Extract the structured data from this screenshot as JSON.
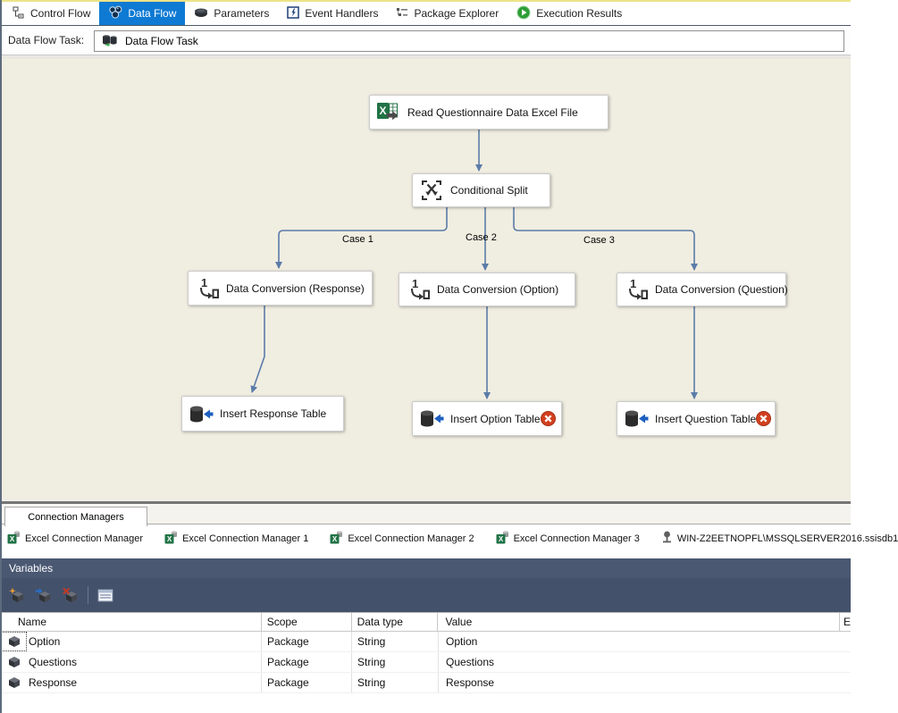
{
  "tabs": [
    {
      "label": "Control Flow",
      "selected": false
    },
    {
      "label": "Data Flow",
      "selected": true
    },
    {
      "label": "Parameters",
      "selected": false
    },
    {
      "label": "Event Handlers",
      "selected": false
    },
    {
      "label": "Package Explorer",
      "selected": false
    },
    {
      "label": "Execution Results",
      "selected": false
    }
  ],
  "task_row": {
    "label": "Data Flow Task:",
    "value": "Data Flow Task"
  },
  "canvas": {
    "nodes": {
      "source": {
        "label": "Read Questionnaire Data Excel File"
      },
      "split": {
        "label": "Conditional Split"
      },
      "conv_response": {
        "label": "Data Conversion (Response)"
      },
      "conv_option": {
        "label": "Data Conversion (Option)"
      },
      "conv_question": {
        "label": "Data Conversion (Question)"
      },
      "dest_response": {
        "label": "Insert Response Table"
      },
      "dest_option": {
        "label": "Insert Option Table",
        "error": true
      },
      "dest_question": {
        "label": "Insert Question Table",
        "error": true
      }
    },
    "edge_labels": [
      "Case 1",
      "Case 2",
      "Case 3"
    ]
  },
  "connection_managers": {
    "tab_label": "Connection Managers",
    "items": [
      {
        "label": "Excel Connection Manager"
      },
      {
        "label": "Excel Connection Manager 1"
      },
      {
        "label": "Excel Connection Manager 2"
      },
      {
        "label": "Excel Connection Manager 3"
      },
      {
        "label": "WIN-Z2EETNOPFL\\MSSQLSERVER2016.ssisdb1"
      }
    ]
  },
  "variables": {
    "title": "Variables",
    "columns": [
      "Name",
      "Scope",
      "Data type",
      "Value"
    ],
    "overflow_header": "E",
    "rows": [
      {
        "name": "Option",
        "scope": "Package",
        "type": "String",
        "value": "Option"
      },
      {
        "name": "Questions",
        "scope": "Package",
        "type": "String",
        "value": "Questions"
      },
      {
        "name": "Response",
        "scope": "Package",
        "type": "String",
        "value": "Response"
      }
    ]
  },
  "colors": {
    "selected_tab_blue": "#0e7ad3",
    "connector_blue": "#5b7ca8",
    "error_red": "#d0401f",
    "excel_green": "#217346",
    "canvas_beige": "#f0ede1",
    "panel_header_slate": "#4a5872"
  }
}
